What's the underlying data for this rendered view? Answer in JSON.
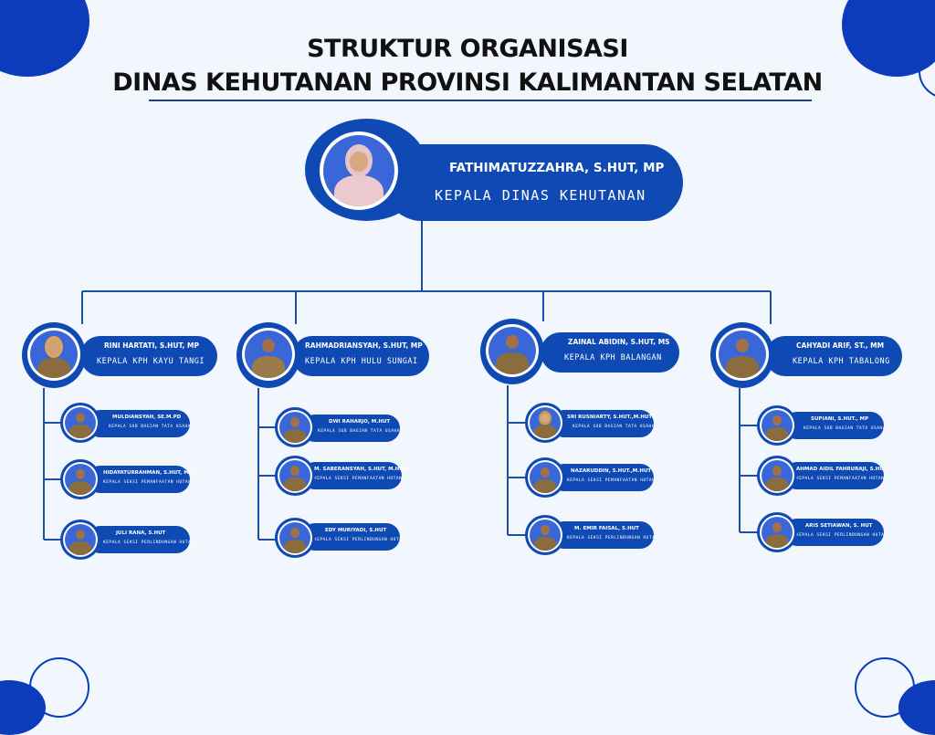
{
  "title": {
    "line1": "STRUKTUR ORGANISASI",
    "line2": "DINAS KEHUTANAN PROVINSI KALIMANTAN SELATAN"
  },
  "head": {
    "name": "FATHIMATUZZAHRA, S.HUT, MP",
    "role": "KEPALA DINAS KEHUTANAN"
  },
  "colors": {
    "primary": "#0f49b3",
    "dark": "#0c3cbb",
    "line": "#1c4fa8",
    "background": "#f1f7fc"
  },
  "branches": [
    {
      "name": "RINI HARTATI, S.HUT, MP",
      "role": "KEPALA KPH KAYU TANGI",
      "staff": [
        {
          "name": "MULDIANSYAH, SE.M.PD",
          "role": "KEPALA SUB BAGIAN TATA USAHA"
        },
        {
          "name": "HIDAYATURRAHMAN, S.HUT, MP",
          "role": "KEPALA SEKSI PEMANFAATAN HUTAN"
        },
        {
          "name": "JULI RANA, S.HUT",
          "role": "KEPALA SEKSI PERLINDUNGAN HUTAN"
        }
      ]
    },
    {
      "name": "RAHMADRIANSYAH, S.HUT, MP",
      "role": "KEPALA KPH HULU SUNGAI",
      "staff": [
        {
          "name": "DWI RAHARJO, M.HUT",
          "role": "KEPALA SUB BAGIAN TATA USAHA"
        },
        {
          "name": "M. SABERANSYAH, S.HUT, M.HUT",
          "role": "KEPALA SEKSI PEMANFAATAN HUTAN"
        },
        {
          "name": "EDY MURIYADI, S.HUT",
          "role": "KEPALA SEKSI PERLINDUNGAN HUTAN"
        }
      ]
    },
    {
      "name": "ZAINAL ABIDIN, S.HUT, MS",
      "role": "KEPALA KPH BALANGAN",
      "staff": [
        {
          "name": "SRI RUSNIARTY, S.HUT.,M.HUT",
          "role": "KEPALA SUB BAGIAN TATA USAHA"
        },
        {
          "name": "NAZARUDDIN, S.HUT.,M.HUT",
          "role": "KEPALA SEKSI PEMANFAATAN HUTAN"
        },
        {
          "name": "M. EMIR FAISAL, S.HUT",
          "role": "KEPALA SEKSI PERLINDUNGAN HUTAN"
        }
      ]
    },
    {
      "name": "CAHYADI ARIF, ST., MM",
      "role": "KEPALA KPH TABALONG",
      "staff": [
        {
          "name": "SUPIANI, S.HUT., MP",
          "role": "KEPALA SUB BAGIAN TATA USAHA"
        },
        {
          "name": "AHMAD AIDIL FAHRURAJI, S.HUT",
          "role": "KEPALA SEKSI PEMANFAATAN HUTAN"
        },
        {
          "name": "ARIS SETIAWAN, S. HUT",
          "role": "KEPALA SEKSI PERLINDUNGAN HUTAN"
        }
      ]
    }
  ]
}
